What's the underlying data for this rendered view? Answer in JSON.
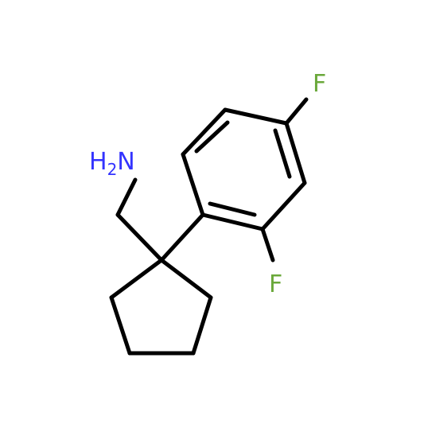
{
  "molecule": {
    "atoms": {
      "amine_label": "H2N",
      "amine_h": "H",
      "amine_sub": "2",
      "amine_n": "N",
      "fluorine_para": "F",
      "fluorine_ortho": "F"
    },
    "colors": {
      "bond": "#000000",
      "nitrogen": "#3333ff",
      "fluorine": "#6aa83a",
      "background": "#ffffff"
    }
  }
}
